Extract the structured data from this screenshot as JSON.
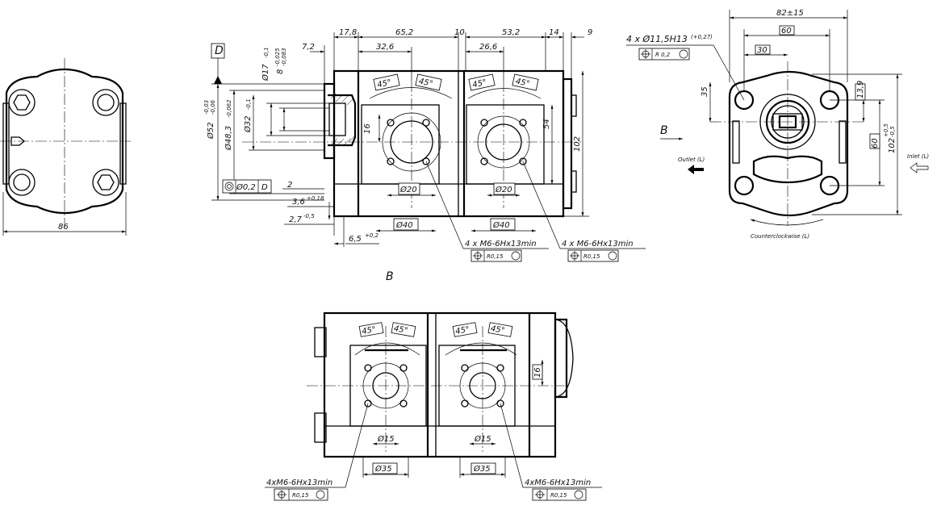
{
  "left_view": {
    "width_dim": "86"
  },
  "front_view": {
    "datum": "D",
    "dims_top": {
      "d17_8": "17,8",
      "d65_2": "65,2",
      "d32_6": "32,6",
      "d10": "10",
      "d53_2": "53,2",
      "d26_6": "26,6",
      "d14": "14",
      "d9": "9",
      "d7_2": "7,2"
    },
    "shaft": {
      "d17": "Ø17",
      "d17_tol": "-0,1",
      "d8": "8",
      "d8_tol_up": "-0,025",
      "d8_tol_lo": "-0,083"
    },
    "pilot": {
      "d52": "Ø52",
      "d52_tol_up": "-0,03",
      "d52_tol_lo": "-0,06",
      "d48": "Ø48,3",
      "d48_tol": "-0,062",
      "d32": "Ø32",
      "d32_tol": "-0,1"
    },
    "concentricity": {
      "value": "Ø0,2",
      "datum": "D"
    },
    "small_dims": {
      "d2": "2",
      "d3_6": "3,6",
      "d3_6_tol": "+0,18",
      "d2_7": "2,7",
      "d2_7_tol": "-0,5",
      "d6_5": "6,5",
      "d6_5_tol": "+0,2"
    },
    "angle_45": "45°",
    "port_dims": {
      "d16": "16",
      "d54": "54",
      "d102": "102",
      "d20": "Ø20",
      "d40": "Ø40"
    },
    "thread_callout": "4  x  M6-6Hx13min",
    "position_tol": "R0,15"
  },
  "right_view": {
    "d82": "82±15",
    "d60_top": "60",
    "d30": "30",
    "hole_callout": "4  x  Ø11,5H13",
    "hole_tol": "(+0,27)",
    "position_tol": "R 0,2",
    "d35": "35",
    "d13_9": "13,9",
    "d60_side": "60",
    "d102": "102",
    "d102_tol_up": "+0,5",
    "d102_tol_lo": "-0,5",
    "view_letter": "B",
    "outlet": "Outlet (L)",
    "inlet": "Inlet (L)",
    "rotation": "Counterclockwise (L)"
  },
  "bottom_view": {
    "title": "B",
    "angle_45": "45°",
    "d16": "16",
    "d15": "Ø15",
    "d35": "Ø35",
    "thread_callout": "4xM6-6Hx13min",
    "position_tol": "R0,15"
  }
}
